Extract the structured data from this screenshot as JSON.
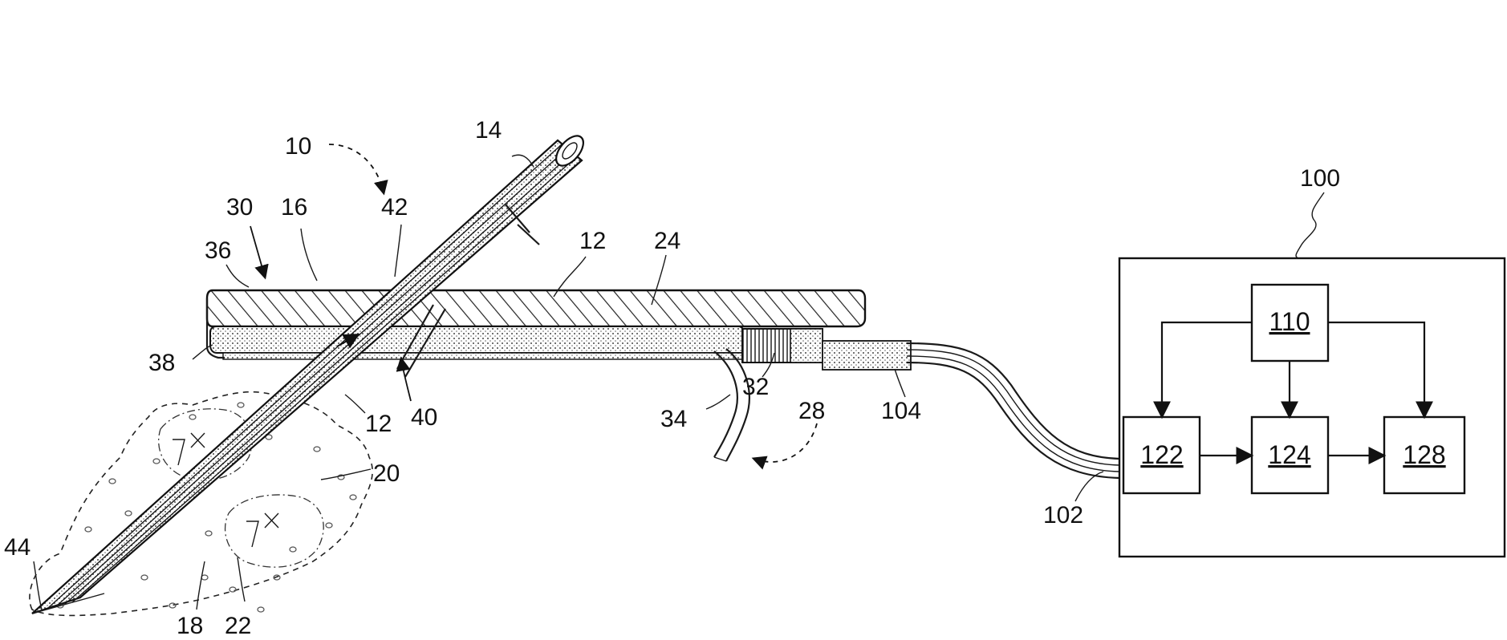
{
  "diagram": {
    "labels": {
      "l10": "10",
      "l14": "14",
      "l30": "30",
      "l16": "16",
      "l42": "42",
      "l36": "36",
      "l12a": "12",
      "l24": "24",
      "l38": "38",
      "l40": "40",
      "l12b": "12",
      "l32": "32",
      "l34": "34",
      "l28": "28",
      "l104": "104",
      "l20": "20",
      "l44": "44",
      "l18": "18",
      "l22": "22",
      "l102": "102",
      "l100": "100"
    },
    "boxes": {
      "b110": "110",
      "b122": "122",
      "b124": "124",
      "b128": "128"
    }
  }
}
